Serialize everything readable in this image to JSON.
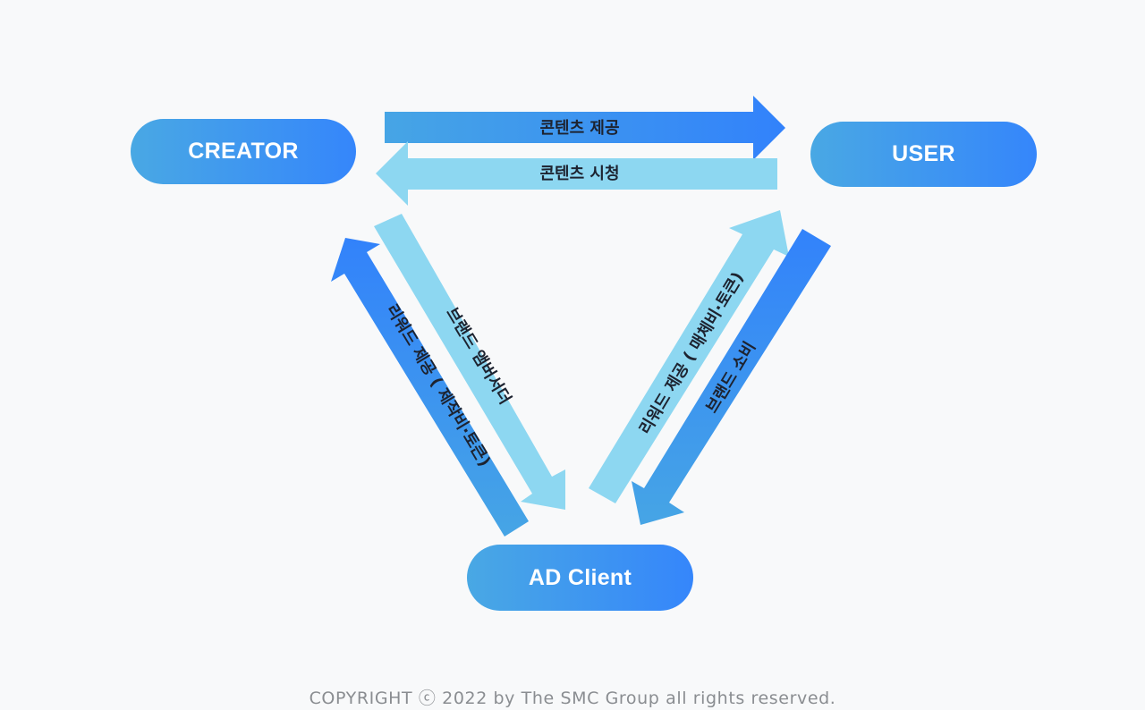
{
  "nodes": {
    "creator": "CREATOR",
    "user": "USER",
    "ad_client": "AD Client"
  },
  "edges": {
    "content_provide": "콘텐츠 제공",
    "content_view": "콘텐츠 시청",
    "reward_creator": "리워드 제공 ( 제작비·토큰)",
    "brand_ambassador": "브랜드 앰버서더",
    "reward_user": "리워드 제공 ( 매체비·토큰)",
    "brand_consume": "브랜드 소비"
  },
  "colors": {
    "arrow_dark": "#3a8ff0",
    "arrow_light": "#8fd8f2",
    "node_start": "#49a8e4",
    "node_end": "#3586fb"
  },
  "footer": "COPYRIGHT ⓒ 2022 by The SMC Group all rights reserved."
}
